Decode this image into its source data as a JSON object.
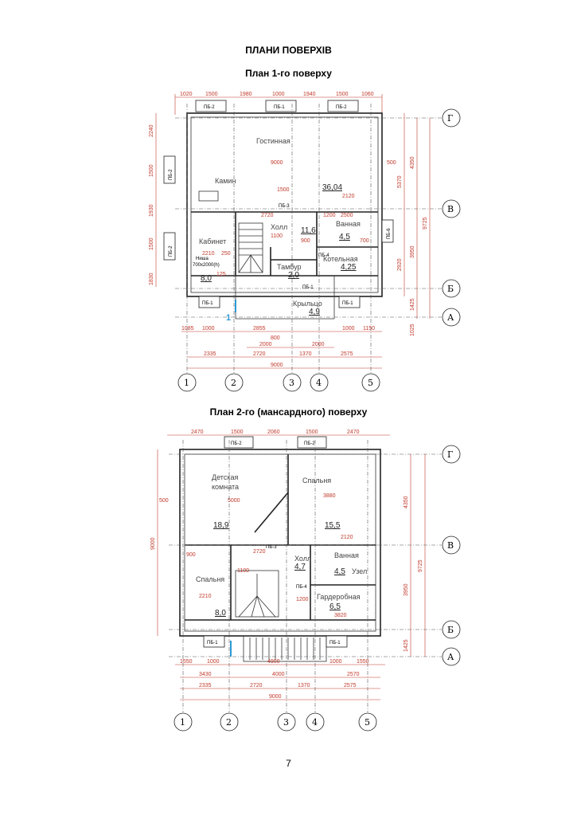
{
  "headings": {
    "main": "ПЛАНИ ПОВЕРХІВ",
    "plan1": "План 1-го поверху",
    "plan2": "План 2-го (мансардного) поверху"
  },
  "page_number": "7",
  "plan1": {
    "top_dims": [
      "1020",
      "1500",
      "1980",
      "1000",
      "1940",
      "1500",
      "1060"
    ],
    "bottom_dims_row1": [
      "1085",
      "1000",
      "2855",
      "1000",
      "1150"
    ],
    "bottom_dims_row2": [
      "2000",
      "2000"
    ],
    "bottom_dims_row3": [
      "2335",
      "2720",
      "1370",
      "2575"
    ],
    "bottom_total": "9000",
    "left_dims": [
      "2240",
      "1500",
      "1930",
      "1500",
      "1830"
    ],
    "right_dims": [
      "4350",
      "3950",
      "1425",
      "1025"
    ],
    "right_total": "9725",
    "right_inner": [
      "5370",
      "2920"
    ],
    "axis_letters": [
      "Г",
      "В",
      "Б",
      "А"
    ],
    "axis_numbers": [
      "1",
      "2",
      "3",
      "4",
      "5"
    ],
    "rooms": {
      "living": "Гостинная",
      "living_area": "36,04",
      "fireplace": "Камин",
      "study": "Кабинет",
      "study_area": "8,0",
      "niche": "Ниша",
      "niche_size": "700х2000(h)",
      "hall": "Холл",
      "hall_area": "11,6",
      "bath": "Ванная",
      "bath_area": "4,5",
      "boiler": "Котельная",
      "boiler_area": "4,25",
      "vestibule": "Тамбур",
      "vestibule_area": "2,0",
      "porch": "Крыльцо",
      "porch_area": "4,9",
      "inner_9000": "9000",
      "d1500": "1500",
      "d2120": "2120",
      "d2720": "2720",
      "d1200": "1200",
      "d2500": "2500",
      "d1100": "1100",
      "d900": "900",
      "d700": "700",
      "d2210": "2210",
      "d250": "250",
      "d125": "125",
      "d500": "500",
      "d800": "800",
      "marker": "1"
    },
    "labels": {
      "pb1": "ПБ-1",
      "pb2": "ПБ-2",
      "pb3": "ПБ-3",
      "pb4": "ПБ-4",
      "pb6": "ПБ-6"
    }
  },
  "plan2": {
    "top_dims": [
      "2470",
      "1500",
      "2060",
      "1500",
      "2470"
    ],
    "bottom_dims_row1": [
      "1550",
      "1000",
      "4900",
      "1000",
      "1550"
    ],
    "bottom_dims_row2": [
      "3430",
      "4000",
      "2570"
    ],
    "bottom_dims_row3": [
      "2335",
      "2720",
      "1370",
      "2575"
    ],
    "bottom_total": "9000",
    "left_total": "9000",
    "right_dims": [
      "4350",
      "3950",
      "1425"
    ],
    "right_total": "9725",
    "axis_letters": [
      "Г",
      "В",
      "Б",
      "А"
    ],
    "axis_numbers": [
      "1",
      "2",
      "3",
      "4",
      "5"
    ],
    "rooms": {
      "kids": "Детская",
      "kids2": "комната",
      "kids_area": "18,9",
      "bedroom1": "Спальня",
      "bedroom1_area": "15,5",
      "bedroom2": "Спальня",
      "bedroom2_area": "8,0",
      "hall": "Холл",
      "hall_area": "4,7",
      "bath": "Ванная",
      "bath_area": "4,5",
      "wc": "Узел",
      "wardrobe": "Гардеробная",
      "wardrobe_area": "6,5",
      "d5000": "5000",
      "d3880": "3880",
      "d2120": "2120",
      "d2720": "2720",
      "d2210": "2210",
      "d3820": "3820",
      "d1100": "1100",
      "d1200": "1200",
      "d900": "900",
      "d500": "500"
    },
    "labels": {
      "pb1": "ПБ-1",
      "pb2": "ПБ-2",
      "pb3": "ПБ-3",
      "pb4": "ПБ-4"
    }
  }
}
